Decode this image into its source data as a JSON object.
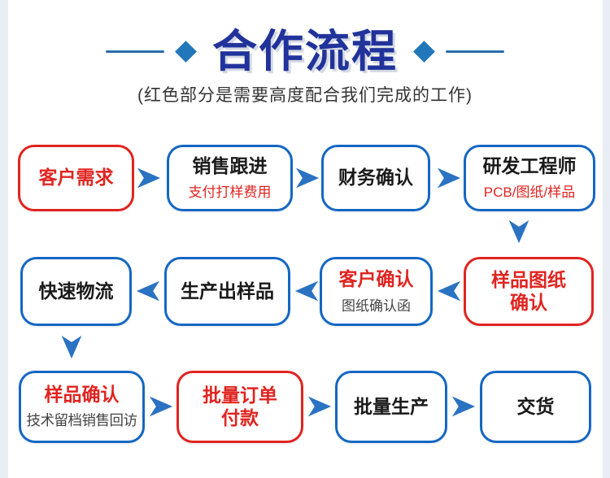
{
  "header": {
    "title": "合作流程",
    "subtitle": "(红色部分是需要高度配合我们完成的工作)"
  },
  "flow": {
    "boxes": [
      {
        "title": "客户需求",
        "title2": "",
        "sub": ""
      },
      {
        "title": "销售跟进",
        "title2": "",
        "sub": "支付打样费用"
      },
      {
        "title": "财务确认",
        "title2": "",
        "sub": ""
      },
      {
        "title": "研发工程师",
        "title2": "",
        "sub": "PCB/图纸/样品"
      },
      {
        "title": "快速物流",
        "title2": "",
        "sub": ""
      },
      {
        "title": "生产出样品",
        "title2": "",
        "sub": ""
      },
      {
        "title": "客户确认",
        "title2": "",
        "sub": "图纸确认函"
      },
      {
        "title": "样品图纸",
        "title2": "确认",
        "sub": ""
      },
      {
        "title": "样品确认",
        "title2": "",
        "sub": "技术留档销售回访"
      },
      {
        "title": "批量订单",
        "title2": "付款",
        "sub": ""
      },
      {
        "title": "批量生产",
        "title2": "",
        "sub": ""
      },
      {
        "title": "交货",
        "title2": "",
        "sub": ""
      }
    ]
  },
  "icons": {
    "flow_arrow": "notched-triangle-arrowhead"
  },
  "colors": {
    "title_blue": "#21339b",
    "decor_blue": "#2277bb",
    "border_blue": "#1467c2",
    "accent_red": "#e02420",
    "arrow_blue": "#2a72c2",
    "text_dark": "#1a1a1a",
    "sub_gray": "#434343",
    "edge_gray": "#e9edf4"
  }
}
